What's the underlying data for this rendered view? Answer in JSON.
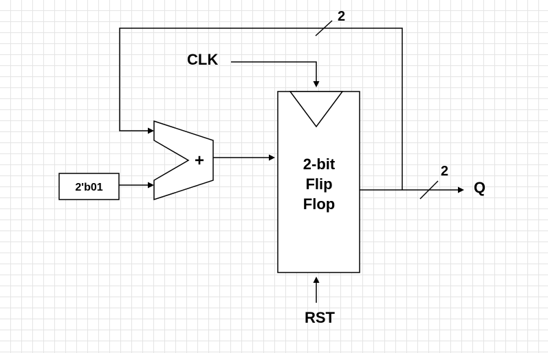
{
  "labels": {
    "clk": "CLK",
    "rst": "RST",
    "q": "Q",
    "constant": "2'b01",
    "adder_symbol": "+",
    "flipflop_line1": "2-bit",
    "flipflop_line2": "Flip",
    "flipflop_line3": "Flop",
    "feedback_width": "2",
    "output_width": "2"
  }
}
